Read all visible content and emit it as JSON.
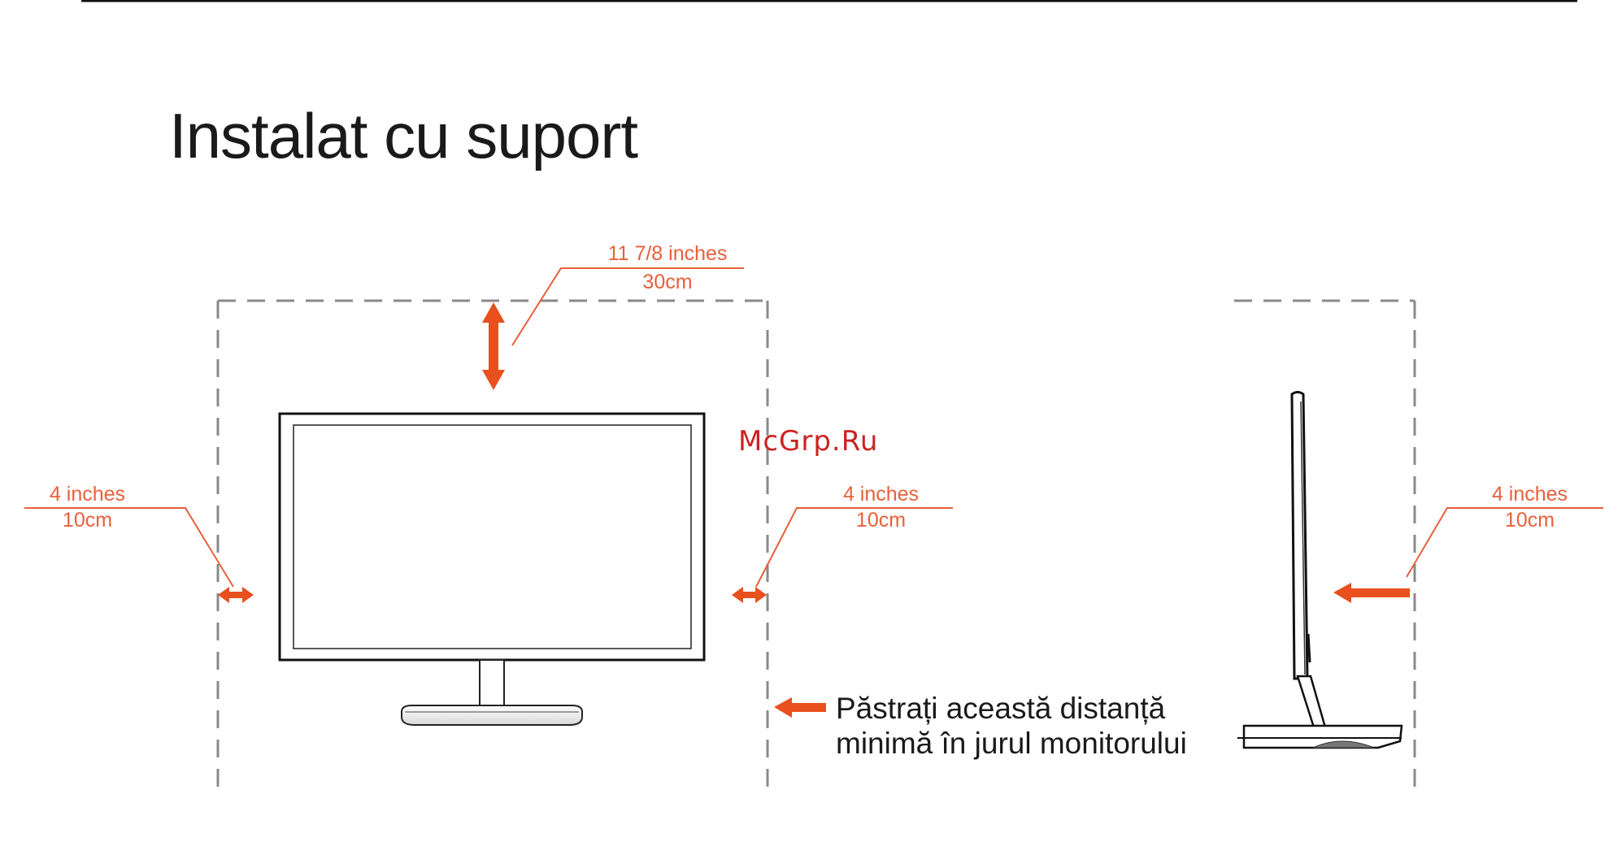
{
  "title": "Instalat cu suport",
  "watermark": "McGrp.Ru",
  "clearances": {
    "top": {
      "imperial": "11 7/8 inches",
      "metric": "30cm"
    },
    "left": {
      "imperial": "4 inches",
      "metric": "10cm"
    },
    "right": {
      "imperial": "4 inches",
      "metric": "10cm"
    },
    "rear": {
      "imperial": "4 inches",
      "metric": "10cm"
    }
  },
  "legend": {
    "line1": "Păstrați această distanță",
    "line2": "minimă în jurul monitorului"
  },
  "colors": {
    "accent": "#e8603c",
    "text": "#1a1a1a",
    "dash": "#8a8a8a",
    "watermark": "#cc2222"
  }
}
